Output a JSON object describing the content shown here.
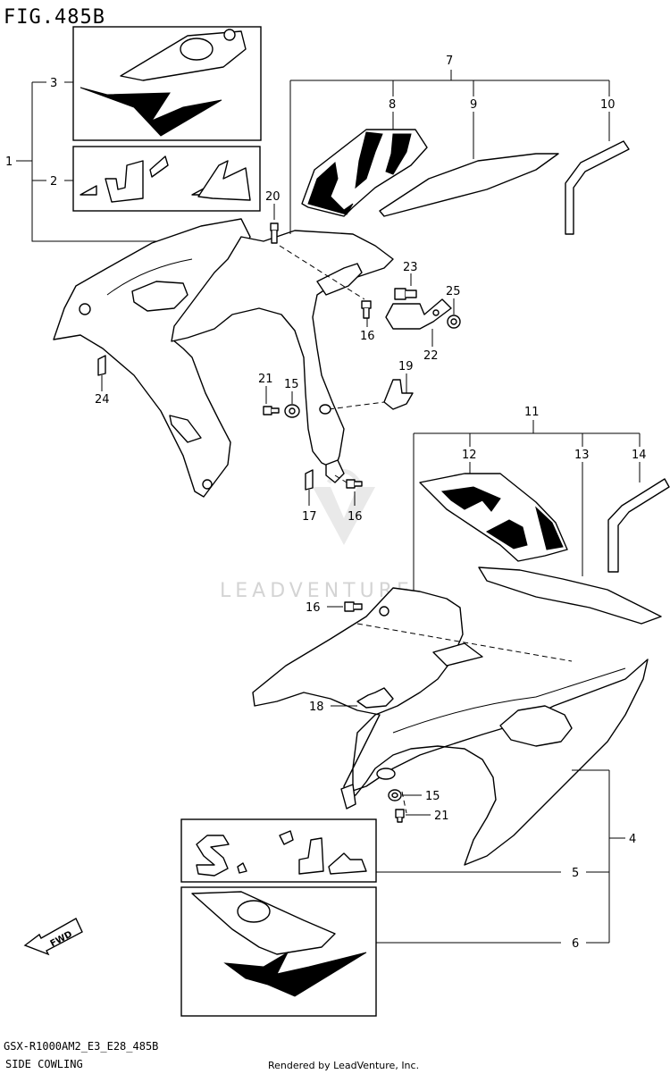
{
  "header": {
    "figure_title": "FIG.485B"
  },
  "footer": {
    "model_code": "GSX-R1000AM2_E3_E28_485B",
    "section_name": "SIDE COWLING",
    "credit": "Rendered by LeadVenture, Inc."
  },
  "watermark": {
    "text": "LEADVENTURE"
  },
  "callouts": {
    "c1": "1",
    "c2": "2",
    "c3": "3",
    "c4": "4",
    "c5": "5",
    "c6": "6",
    "c7": "7",
    "c8": "8",
    "c9": "9",
    "c10": "10",
    "c11": "11",
    "c12": "12",
    "c13": "13",
    "c14": "14",
    "c15a": "15",
    "c15b": "15",
    "c16a": "16",
    "c16b": "16",
    "c16c": "16",
    "c17": "17",
    "c18": "18",
    "c19": "19",
    "c20": "20",
    "c21a": "21",
    "c21b": "21",
    "c22": "22",
    "c23": "23",
    "c24": "24",
    "c25": "25"
  },
  "badge": {
    "text": "FWD"
  }
}
